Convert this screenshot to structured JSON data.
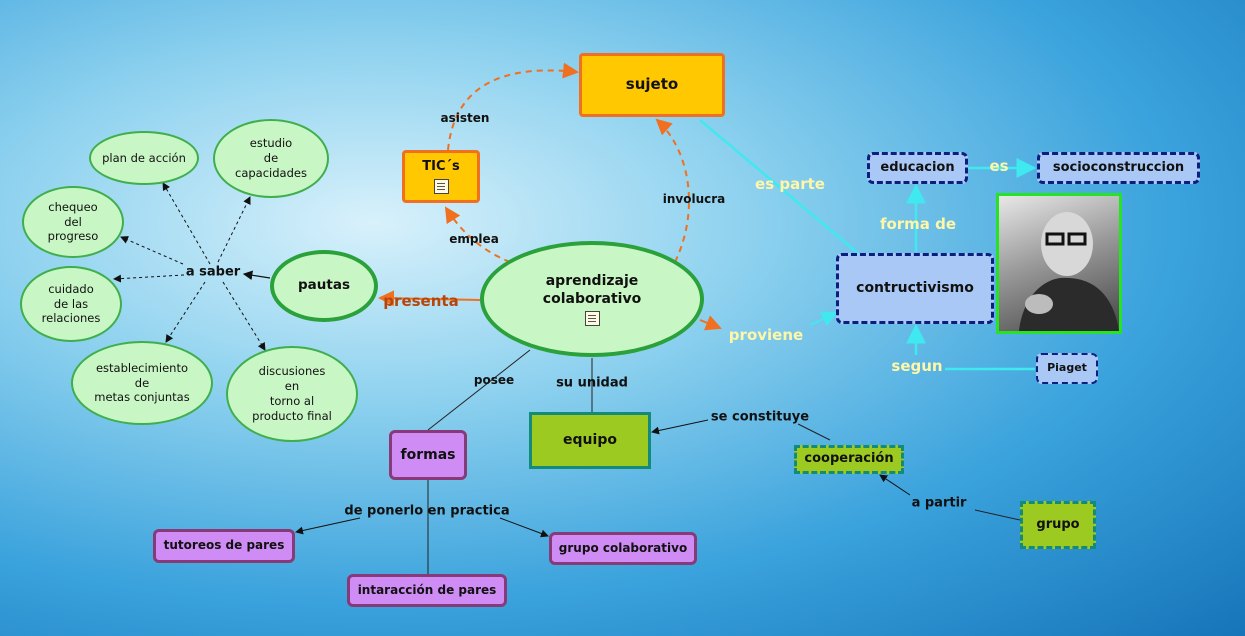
{
  "colors": {
    "background": "#3aa2dc",
    "oval_fill": "#c9f6c5",
    "orange_border": "#f07020",
    "cyan_link": "#40e8f0",
    "purple_fill": "#cf8cf5"
  },
  "nodes": {
    "aprendizaje": "aprendizaje\ncolaborativo",
    "sujeto": "sujeto",
    "tics": "TIC´s",
    "pautas": "pautas",
    "plan": "plan de acción",
    "estudio": "estudio\nde\ncapacidades",
    "chequeo": "chequeo\ndel\nprogreso",
    "cuidado": "cuidado\nde  las\nrelaciones",
    "metas": "establecimiento\nde\nmetas conjuntas",
    "discusiones": "discusiones\nen\ntorno al\nproducto final",
    "formas": "formas",
    "equipo": "equipo",
    "tutoreos": "tutoreos de pares",
    "grupo_colab": "grupo colaborativo",
    "interaccion": "intaracción de pares",
    "cooperacion": "cooperación",
    "grupo": "grupo",
    "contructivismo": "contructivismo",
    "educacion": "educacion",
    "socioconstruccion": "socioconstruccion",
    "piaget": "Piaget"
  },
  "links": {
    "asisten": "asisten",
    "involucra": "involucra",
    "emplea": "emplea",
    "presenta": "presenta",
    "a_saber": "a saber",
    "posee": "posee",
    "su_unidad": "su unidad",
    "de_ponerlo": "de ponerlo en practica",
    "se_constituye": "se constituye",
    "a_partir": "a partir",
    "proviene": "proviene",
    "es_parte": "es parte",
    "forma_de": "forma de",
    "es": "es",
    "segun": "segun"
  },
  "icons": [
    "document-icon",
    "document-icon",
    "piaget-photo"
  ]
}
